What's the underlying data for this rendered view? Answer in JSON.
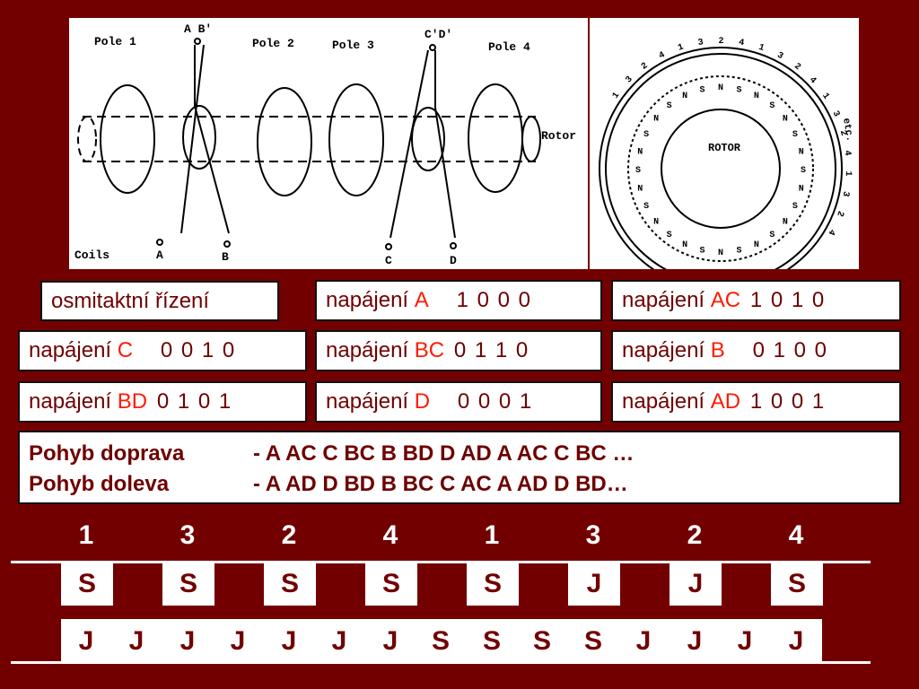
{
  "diagram": {
    "pole_labels": [
      "Pole 1",
      "Pole 2",
      "Pole 3",
      "Pole 4"
    ],
    "terminals_top": [
      "A B'",
      "C'D'"
    ],
    "terminals_bottom": [
      "A",
      "B",
      "C",
      "D"
    ],
    "coils_label": "Coils",
    "rotor_label": "Rotor"
  },
  "rotor": {
    "center_label": "ROTOR",
    "ring_numbers": [
      "1",
      "3",
      "2",
      "4",
      "1",
      "3",
      "2",
      "4",
      "1",
      "3",
      "2",
      "4",
      "1",
      "3",
      "2",
      "4",
      "1",
      "3",
      "2",
      "4"
    ],
    "etc_label": "etc.",
    "poles": [
      "N",
      "S",
      "N",
      "S",
      "N",
      "S",
      "N",
      "S",
      "N",
      "S",
      "N",
      "S",
      "N",
      "S",
      "N",
      "S",
      "N",
      "S",
      "N",
      "S",
      "N",
      "S",
      "N",
      "S",
      "N",
      "S",
      "N",
      "S"
    ]
  },
  "modes": [
    {
      "prefix": "osmitaktní řízení",
      "phase": "",
      "bits": []
    },
    {
      "prefix": "napájení",
      "phase": "A",
      "bits": [
        "1",
        "0",
        "0",
        "0"
      ]
    },
    {
      "prefix": "napájení",
      "phase": "AC",
      "bits": [
        "1",
        "0",
        "1",
        "0"
      ]
    },
    {
      "prefix": "napájení",
      "phase": "C",
      "bits": [
        "0",
        "0",
        "1",
        "0"
      ]
    },
    {
      "prefix": "napájení",
      "phase": "BC",
      "bits": [
        "0",
        "1",
        "1",
        "0"
      ]
    },
    {
      "prefix": "napájení",
      "phase": "B",
      "bits": [
        "0",
        "1",
        "0",
        "0"
      ]
    },
    {
      "prefix": "napájení",
      "phase": "BD",
      "bits": [
        "0",
        "1",
        "0",
        "1"
      ]
    },
    {
      "prefix": "napájení",
      "phase": "D",
      "bits": [
        "0",
        "0",
        "0",
        "1"
      ]
    },
    {
      "prefix": "napájení",
      "phase": "AD",
      "bits": [
        "1",
        "0",
        "0",
        "1"
      ]
    }
  ],
  "sequence": {
    "right_label": "Pohyb doprava",
    "right_value": "- A AC C BC B BD D AD A AC C BC …",
    "left_label": "Pohyb doleva",
    "left_value": "- A AD D BD B BC C AC A AD D BD…"
  },
  "pole_numbers": [
    "1",
    "3",
    "2",
    "4",
    "1",
    "3",
    "2",
    "4"
  ],
  "stator_poles": [
    "S",
    "S",
    "S",
    "S",
    "S",
    "J",
    "J",
    "S"
  ],
  "rotor_poles": [
    "J",
    "J",
    "J",
    "J",
    "J",
    "J",
    "J",
    "S",
    "S",
    "S",
    "S",
    "J",
    "J",
    "J",
    "J"
  ]
}
